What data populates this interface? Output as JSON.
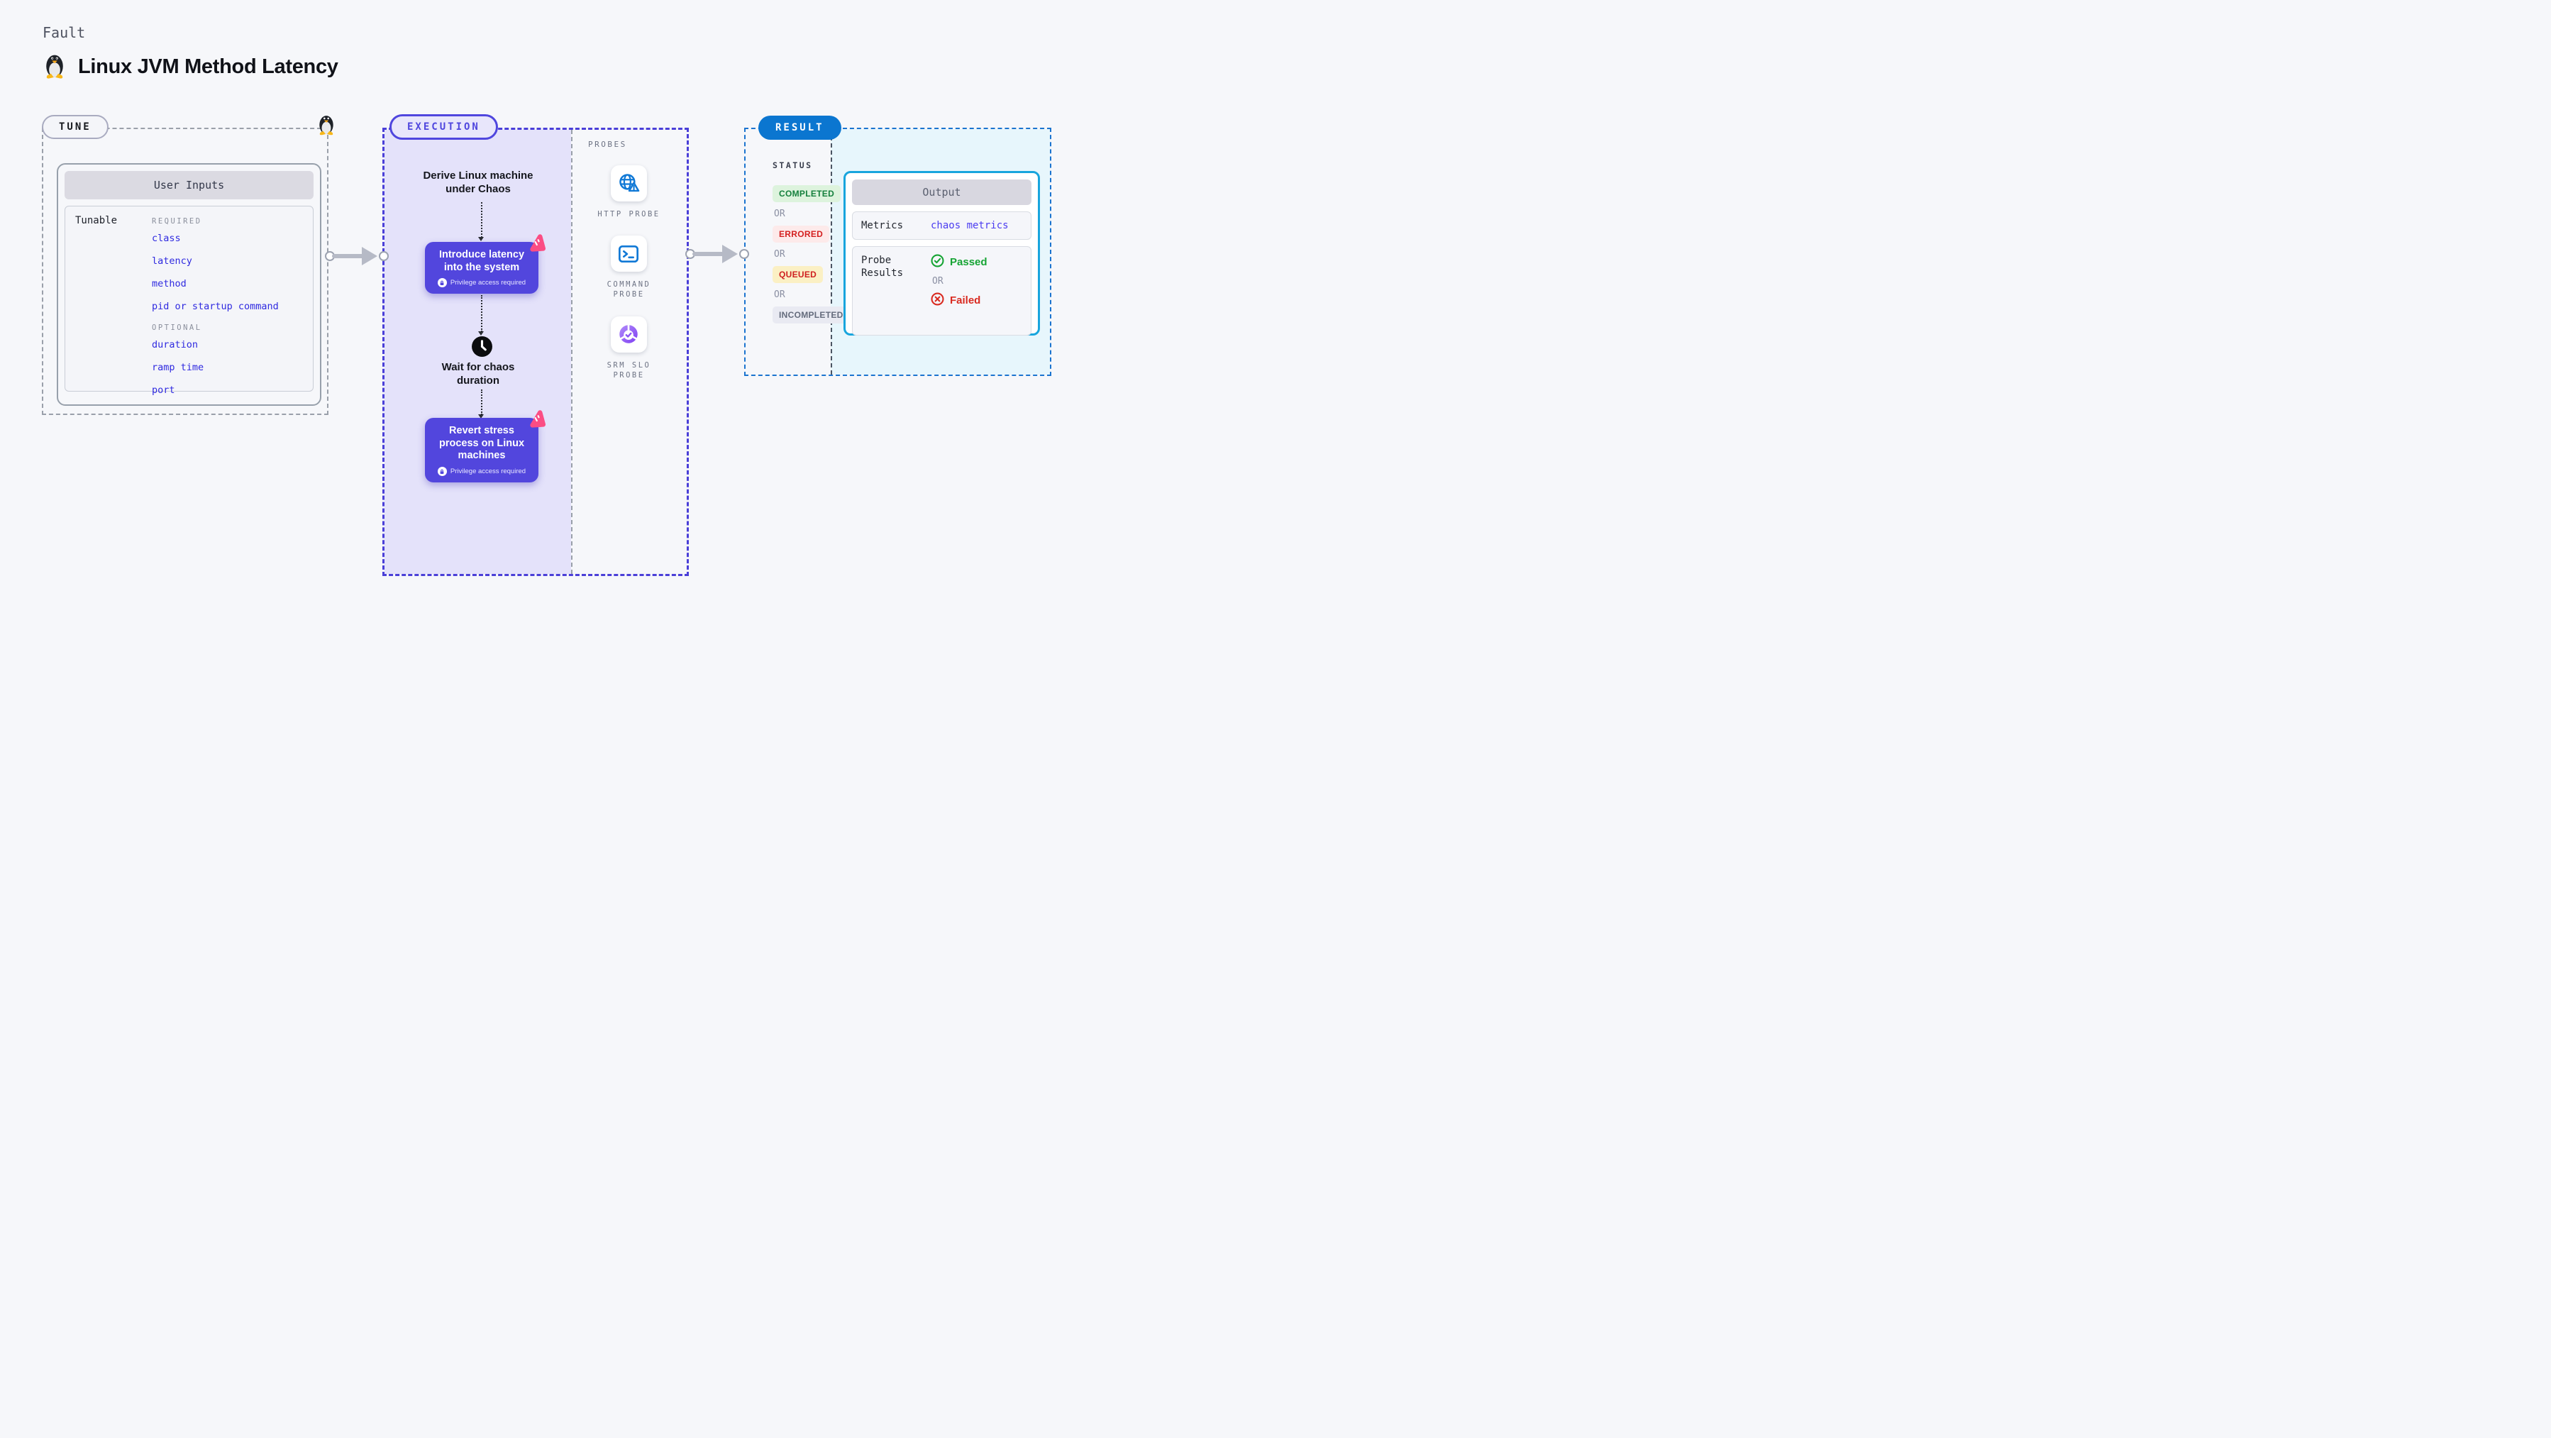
{
  "header": {
    "eyebrow": "Fault",
    "title": "Linux JVM Method Latency",
    "title_icon": "linux-penguin-icon"
  },
  "tune": {
    "label": "TUNE",
    "panel_title": "User Inputs",
    "row_label": "Tunable",
    "required_label": "REQUIRED",
    "required_items": [
      "class",
      "latency",
      "method",
      "pid or startup command"
    ],
    "optional_label": "OPTIONAL",
    "optional_items": [
      "duration",
      "ramp time",
      "port"
    ]
  },
  "execution": {
    "label": "EXECUTION",
    "derive_step": "Derive Linux machine under Chaos",
    "action_steps": [
      {
        "title": "Introduce latency into the system",
        "note": "Privilege access required"
      },
      {
        "title": "Revert stress process on Linux machines",
        "note": "Privilege access required"
      }
    ],
    "wait_step": "Wait for chaos duration"
  },
  "probes": {
    "label": "PROBES",
    "items": [
      {
        "name": "HTTP PROBE",
        "icon": "globe-alert-icon"
      },
      {
        "name": "COMMAND\nPROBE",
        "icon": "terminal-icon"
      },
      {
        "name": "SRM SLO\nPROBE",
        "icon": "slo-pie-check-icon"
      }
    ]
  },
  "result": {
    "label": "RESULT",
    "status_label": "STATUS",
    "or_label": "OR",
    "statuses": [
      {
        "text": "COMPLETED",
        "fg": "#15803d",
        "bg": "#ddf3dd"
      },
      {
        "text": "ERRORED",
        "fg": "#d42020",
        "bg": "#fdeaea"
      },
      {
        "text": "QUEUED",
        "fg": "#cf1f1f",
        "bg": "#fbf0c4"
      },
      {
        "text": "INCOMPLETED",
        "fg": "#646b7c",
        "bg": "#e9eaf2"
      }
    ],
    "output": {
      "title": "Output",
      "metrics_label": "Metrics",
      "metrics_value": "chaos metrics",
      "probe_results_label": "Probe Results",
      "passed_label": "Passed",
      "failed_label": "Failed"
    }
  },
  "colors": {
    "page_bg": "#f6f7fa",
    "execution_accent": "#4a3fd8",
    "execution_fill": "#e4e2fa",
    "action_box": "#5246dd",
    "result_accent": "#1b74cf",
    "result_fill": "#e7f6fc",
    "output_border": "#18a5dd",
    "chaos_badge_pink": "#fb4d84",
    "link_blue": "#2f2ae0",
    "probe_icon_blue": "#1179d6"
  }
}
